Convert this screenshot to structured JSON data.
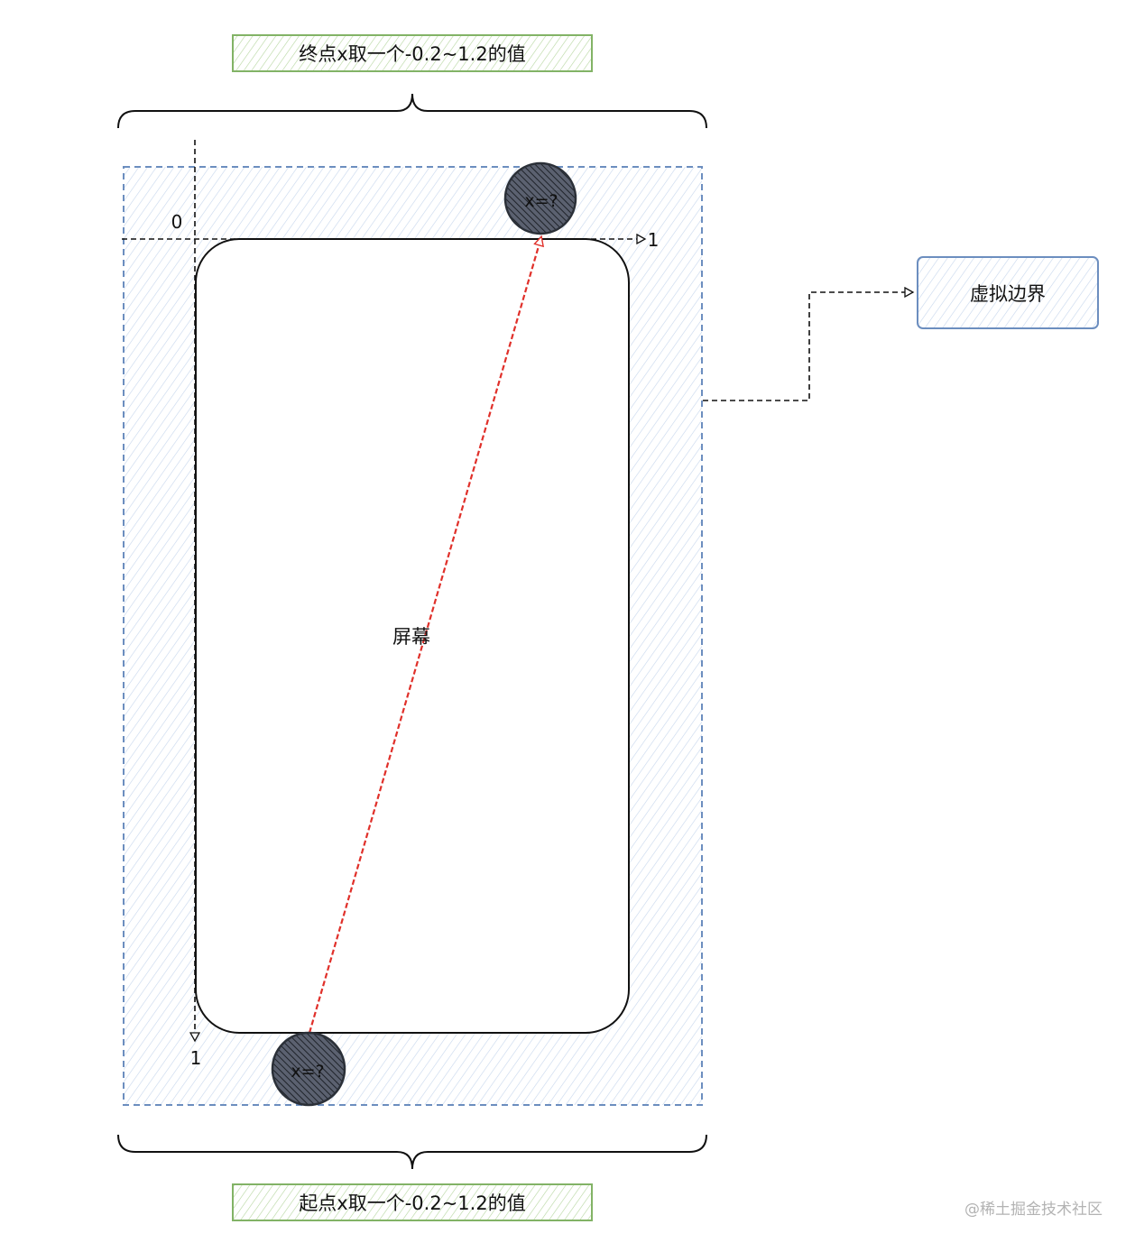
{
  "labels": {
    "end_x": "终点x取一个-0.2~1.2的值",
    "start_x": "起点x取一个-0.2~1.2的值",
    "virtual_boundary": "虚拟边界",
    "screen": "屏幕",
    "origin": "0",
    "x_axis_end": "1",
    "y_axis_end": "1",
    "end_point": "x=?",
    "start_point": "x=?"
  },
  "watermark": "@稀土掘金技术社区",
  "colors": {
    "green_border": "#82b366",
    "green_hatch": "#b5d69f",
    "blue_border": "#6c8ebf",
    "blue_hatch": "#c6d6ec",
    "trajectory": "#e0302a",
    "ink": "#111111",
    "circle_fill": "#2b3038"
  }
}
